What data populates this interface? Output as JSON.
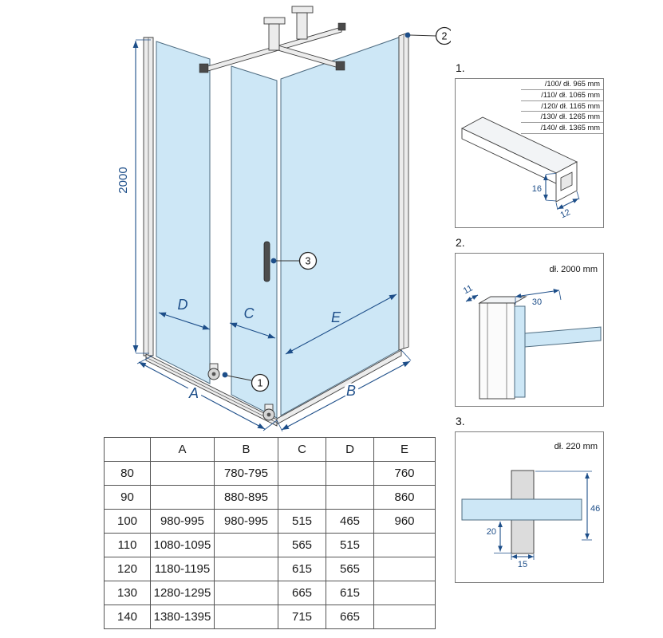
{
  "colors": {
    "glass_blue": "#cde7f6",
    "dimension_blue": "#1d4e89",
    "line_dark": "#3c3c3c"
  },
  "main": {
    "height_dim": "2000",
    "dim_a": "A",
    "dim_b": "B",
    "dim_c": "C",
    "dim_d": "D",
    "dim_e": "E",
    "callout_1": "1",
    "callout_2": "2",
    "callout_3": "3"
  },
  "detail1": {
    "label": "1.",
    "sizes": [
      "/100/ dł. 965 mm",
      "/110/ dł. 1065 mm",
      "/120/ dł. 1165 mm",
      "/130/ dł. 1265 mm",
      "/140/ dł. 1365 mm"
    ],
    "dim_height": "16",
    "dim_depth": "12"
  },
  "detail2": {
    "label": "2.",
    "length_label": "dł. 2000 mm",
    "dim_side": "11",
    "dim_depth": "30"
  },
  "detail3": {
    "label": "3.",
    "length_label": "dł. 220 mm",
    "dim_height": "46",
    "dim_offset": "20",
    "dim_width": "15"
  },
  "table": {
    "headers": [
      "",
      "A",
      "B",
      "C",
      "D",
      "E"
    ],
    "rows": [
      [
        "80",
        "",
        "780-795",
        "",
        "",
        "760"
      ],
      [
        "90",
        "",
        "880-895",
        "",
        "",
        "860"
      ],
      [
        "100",
        "980-995",
        "980-995",
        "515",
        "465",
        "960"
      ],
      [
        "110",
        "1080-1095",
        "",
        "565",
        "515",
        ""
      ],
      [
        "120",
        "1180-1195",
        "",
        "615",
        "565",
        ""
      ],
      [
        "130",
        "1280-1295",
        "",
        "665",
        "615",
        ""
      ],
      [
        "140",
        "1380-1395",
        "",
        "715",
        "665",
        ""
      ]
    ]
  }
}
